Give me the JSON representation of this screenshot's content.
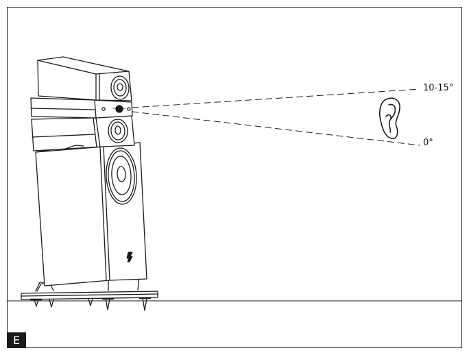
{
  "figure": {
    "panel_letter": "E",
    "angle_labels": {
      "upper": "10-15°",
      "lower": "0°"
    },
    "icons": [
      "speaker-illustration",
      "ear-icon",
      "focal-logo-icon"
    ]
  }
}
